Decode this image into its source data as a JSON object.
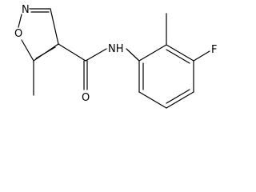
{
  "molecule": {
    "atoms": {
      "ring_nitrogen": "N",
      "ring_oxygen": "O",
      "carbonyl_oxygen": "O",
      "amide_nh": "NH",
      "fluorine": "F"
    }
  },
  "colors": {
    "bond": "#000000",
    "label": "#000000",
    "background": "#ffffff"
  }
}
